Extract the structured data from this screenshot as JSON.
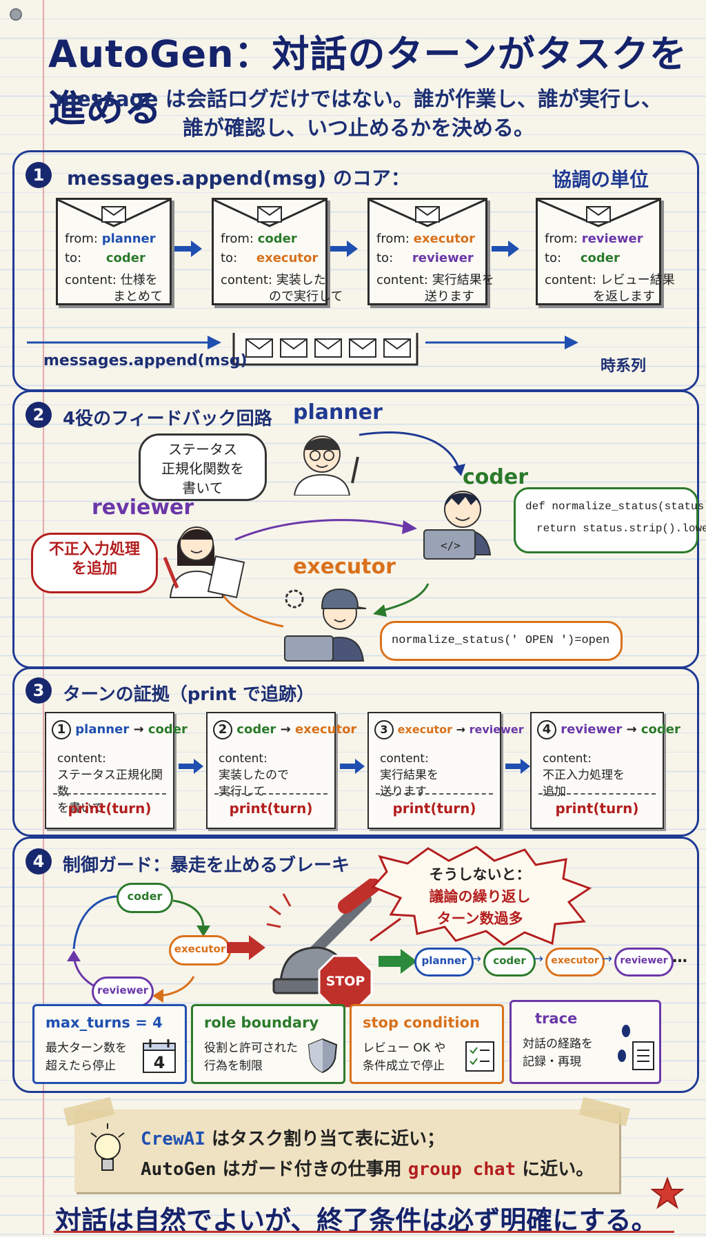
{
  "title": "AutoGen：対話のターンがタスクを進める",
  "subtitle_line1": "message は会話ログだけではない。誰が作業し、誰が実行し、",
  "subtitle_line2": "誰が確認し、いつ止めるかを決める。",
  "section1": {
    "number": "1",
    "title": "messages.append(msg) のコア：",
    "unit_label": "協調の単位",
    "labels": {
      "from": "from:",
      "to": "to:",
      "content": "content:"
    },
    "messages": [
      {
        "from": "planner",
        "to": "coder",
        "content_l1": "仕様を",
        "content_l2": "まとめて"
      },
      {
        "from": "coder",
        "to": "executor",
        "content_l1": "実装した",
        "content_l2": "ので実行して"
      },
      {
        "from": "executor",
        "to": "reviewer",
        "content_l1": "実行結果を",
        "content_l2": "送ります"
      },
      {
        "from": "reviewer",
        "to": "coder",
        "content_l1": "レビュー結果",
        "content_l2": "を返します"
      }
    ],
    "timeline_label": "messages.append(msg)",
    "time_label": "時系列"
  },
  "section2": {
    "number": "2",
    "title": "4役のフィードバック回路",
    "planner": "planner",
    "planner_bubble_l1": "ステータス",
    "planner_bubble_l2": "正規化関数を",
    "planner_bubble_l3": "書いて",
    "coder": "coder",
    "coder_code_l1": "def normalize_status(status):",
    "coder_code_l2": "return status.strip().lower()",
    "reviewer": "reviewer",
    "reviewer_bubble_l1": "不正入力処理",
    "reviewer_bubble_l2": "を追加",
    "executor": "executor",
    "executor_output": "normalize_status(' OPEN ')=open"
  },
  "section3": {
    "number": "3",
    "title": "ターンの証拠（print で追跡）",
    "content_label": "content:",
    "print_label": "print(turn)",
    "turns": [
      {
        "n": "1",
        "from": "planner",
        "to": "coder",
        "l1": "ステータス正規化関数",
        "l2": "を書いて"
      },
      {
        "n": "2",
        "from": "coder",
        "to": "executor",
        "l1": "実装したので",
        "l2": "実行して"
      },
      {
        "n": "3",
        "from": "executor",
        "to": "reviewer",
        "l1": "実行結果を",
        "l2": "送ります"
      },
      {
        "n": "4",
        "from": "reviewer",
        "to": "coder",
        "l1": "不正入力処理を",
        "l2": "追加"
      }
    ]
  },
  "section4": {
    "number": "4",
    "title": "制御ガード：暴走を止めるブレーキ",
    "loop": {
      "coder": "coder",
      "executor": "executor",
      "reviewer": "reviewer"
    },
    "stop_label": "STOP",
    "warning_l1": "そうしないと：",
    "warning_l2": "議論の繰り返し",
    "warning_l3": "ターン数過多",
    "chain": [
      "planner",
      "coder",
      "executor",
      "reviewer"
    ],
    "chain_more": "…",
    "guards": [
      {
        "title": "max_turns = 4",
        "d1": "最大ターン数を",
        "d2": "超えたら停止",
        "icon_value": "4"
      },
      {
        "title": "role boundary",
        "d1": "役割と許可された",
        "d2": "行為を制限"
      },
      {
        "title": "stop condition",
        "d1": "レビュー OK や",
        "d2": "条件成立で停止"
      },
      {
        "title": "trace",
        "d1": "対話の経路を",
        "d2": "記録・再現"
      }
    ]
  },
  "note": {
    "l1_a": "CrewAI",
    "l1_b": " はタスク割り当て表に近い；",
    "l2_a": "AutoGen",
    "l2_b": " はガード付きの仕事用 ",
    "l2_c": "group chat",
    "l2_d": " に近い。"
  },
  "final": "対話は自然でよいが、終了条件は必ず明確にする。",
  "colors": {
    "navy": "#1c2f73",
    "blue": "#1f4fb0",
    "green": "#2b7a2b",
    "orange": "#d9711b",
    "purple": "#6a37a8",
    "red": "#b31e1e"
  }
}
